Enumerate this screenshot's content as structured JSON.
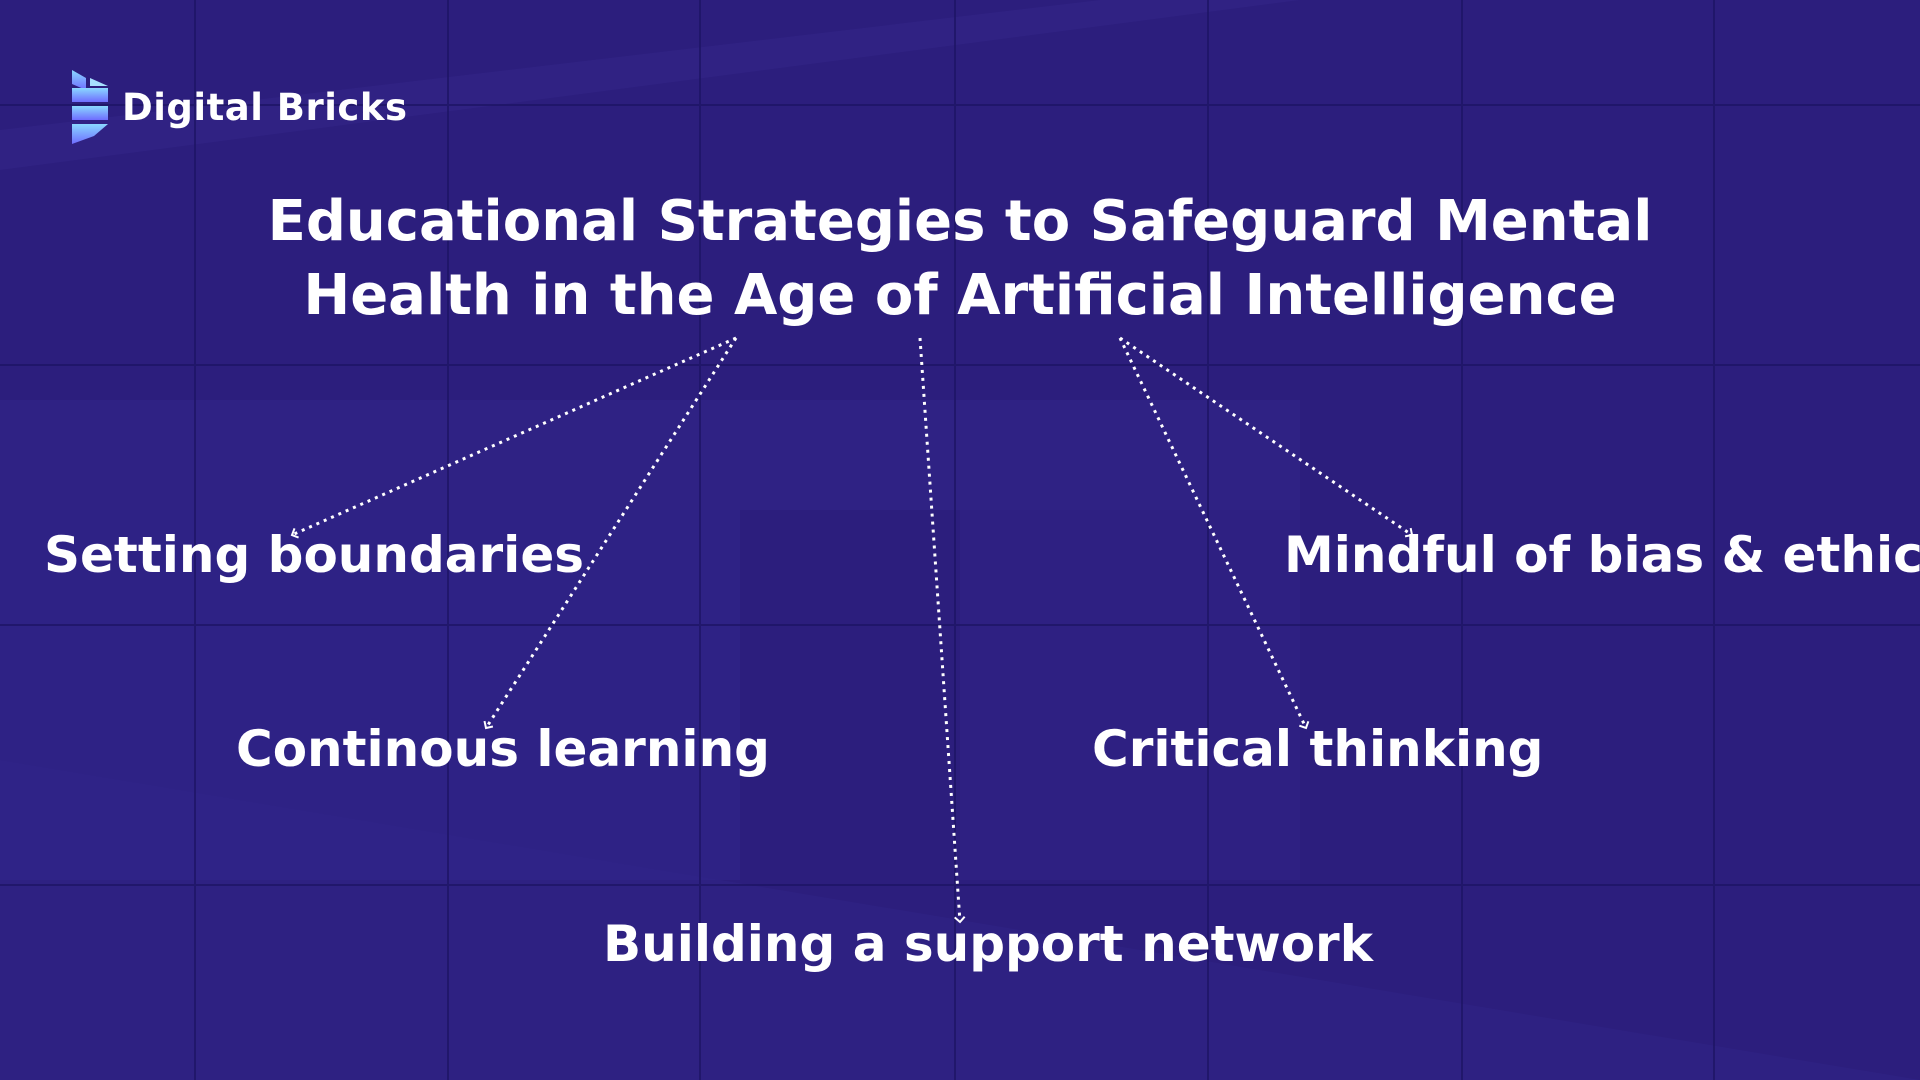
{
  "brand": {
    "name": "Digital Bricks",
    "colors": {
      "background": "#2c1e7d",
      "grid": "#1e1566",
      "text": "#ffffff",
      "logo_top": "#8ad8ff",
      "logo_bottom": "#6f6cff"
    }
  },
  "diagram": {
    "title_line1": "Educational Strategies to Safeguard Mental",
    "title_line2": "Health in the Age of Artificial Intelligence",
    "nodes": {
      "setting_boundaries": "Setting boundaries",
      "continuous_learning": "Continous learning",
      "support_network": "Building a support network",
      "critical_thinking": "Critical thinking",
      "bias_ethics": "Mindful of bias & ethics"
    }
  }
}
